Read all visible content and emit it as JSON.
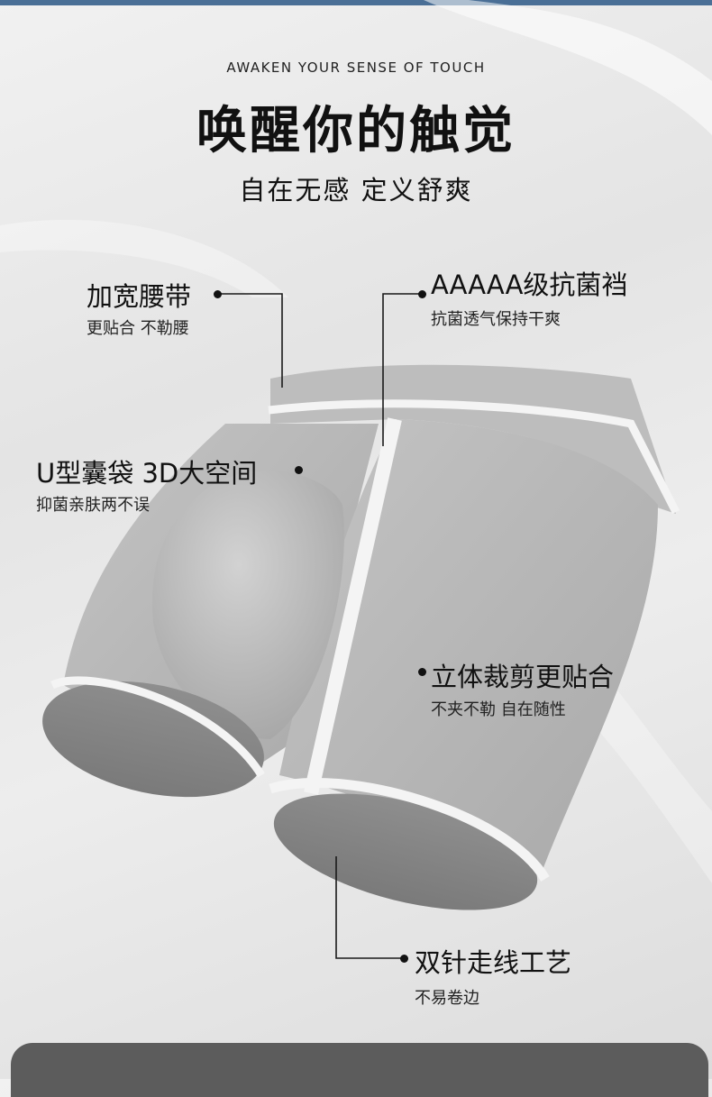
{
  "header": {
    "subtitle_en": "AWAKEN YOUR SENSE OF TOUCH",
    "title": "唤醒你的触觉",
    "tagline": "自在无感  定义舒爽"
  },
  "features": [
    {
      "title": "加宽腰带",
      "desc": "更贴合 不勒腰"
    },
    {
      "title": "AAAAA级抗菌裆",
      "desc": "抗菌透气保持干爽"
    },
    {
      "title": "U型囊袋 3D大空间",
      "desc": "抑菌亲肤两不误"
    },
    {
      "title": "立体裁剪更贴合",
      "desc": "不夹不勒 自在随性"
    },
    {
      "title": "双针走线工艺",
      "desc": "不易卷边"
    }
  ],
  "colors": {
    "accent_bar": "#4a6f96",
    "fabric": "#b9b9b9",
    "footer": "#5c5c5c"
  },
  "icons": [
    "callout-dot-icon"
  ]
}
